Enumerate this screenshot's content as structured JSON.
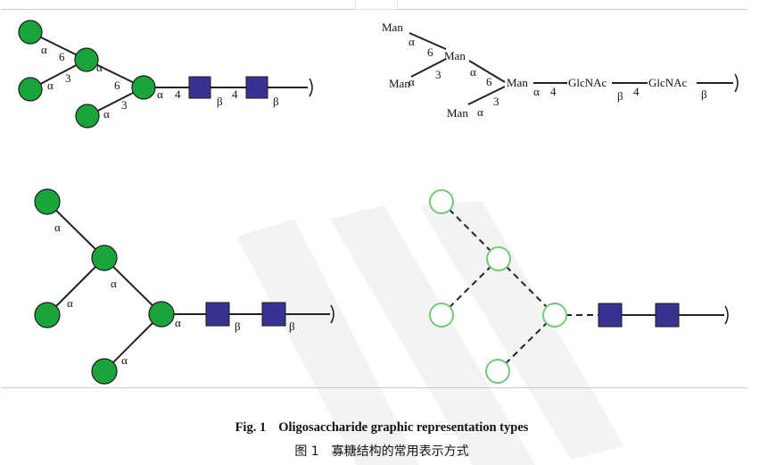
{
  "colors": {
    "mannose_fill": "#1aa53b",
    "mannose_outline_only": "#74c97c",
    "glcnac_fill": "#3a3292",
    "bond": "#222222",
    "frame": "#c8c8c8"
  },
  "icons": {
    "mannose": "green-circle",
    "glcnac": "blue-square"
  },
  "panels": {
    "symbol_full": {
      "bond_labels": [
        "α",
        "6",
        "α",
        "3",
        "α",
        "6",
        "α",
        "3",
        "α",
        "4",
        "β",
        "4",
        "β"
      ]
    },
    "text_notation": {
      "residue_labels": [
        "Man",
        "Man",
        "Man",
        "Man",
        "GlcNAc",
        "GlcNAc"
      ],
      "bond_labels": [
        "α",
        "6",
        "α",
        "3",
        "α",
        "6",
        "α",
        "3",
        "α",
        "4",
        "β",
        "4",
        "β"
      ]
    },
    "symbol_simplified": {
      "bond_labels": [
        "α",
        "α",
        "α",
        "α",
        "α",
        "β",
        "β"
      ]
    },
    "symbol_outline": {
      "bond_labels": []
    }
  },
  "caption": {
    "en_prefix": "Fig. 1",
    "en_text": "Oligosaccharide graphic representation types",
    "zh_prefix": "图 1",
    "zh_text": "寡糖结构的常用表示方式"
  }
}
